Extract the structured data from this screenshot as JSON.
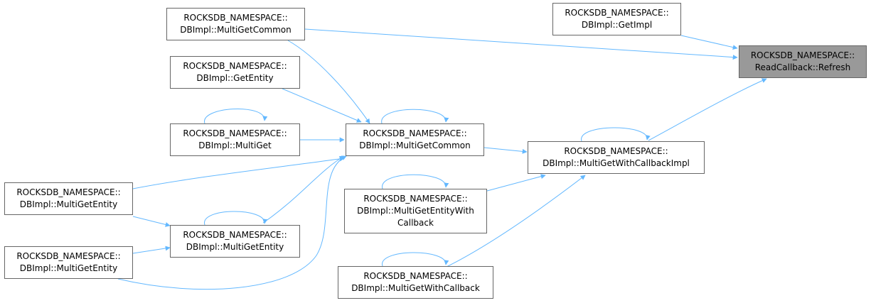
{
  "colors": {
    "edge": "#63b8ff",
    "node_border": "#666666",
    "node_fill": "#ffffff",
    "root_fill": "#999999"
  },
  "nodes": {
    "refresh": {
      "lines": [
        "ROCKSDB_NAMESPACE::",
        "ReadCallback::Refresh"
      ]
    },
    "get_impl": {
      "lines": [
        "ROCKSDB_NAMESPACE::",
        "DBImpl::GetImpl"
      ]
    },
    "multi_get_common_top": {
      "lines": [
        "ROCKSDB_NAMESPACE::",
        "DBImpl::MultiGetCommon"
      ]
    },
    "get_entity": {
      "lines": [
        "ROCKSDB_NAMESPACE::",
        "DBImpl::GetEntity"
      ]
    },
    "multi_get": {
      "lines": [
        "ROCKSDB_NAMESPACE::",
        "DBImpl::MultiGet"
      ]
    },
    "multi_get_common_mid": {
      "lines": [
        "ROCKSDB_NAMESPACE::",
        "DBImpl::MultiGetCommon"
      ]
    },
    "multi_get_with_callback_impl": {
      "lines": [
        "ROCKSDB_NAMESPACE::",
        "DBImpl::MultiGetWithCallbackImpl"
      ]
    },
    "multi_get_entity_left1": {
      "lines": [
        "ROCKSDB_NAMESPACE::",
        "DBImpl::MultiGetEntity"
      ]
    },
    "multi_get_entity_mid": {
      "lines": [
        "ROCKSDB_NAMESPACE::",
        "DBImpl::MultiGetEntity"
      ]
    },
    "multi_get_entity_left2": {
      "lines": [
        "ROCKSDB_NAMESPACE::",
        "DBImpl::MultiGetEntity"
      ]
    },
    "multi_get_entity_with_callback": {
      "lines": [
        "ROCKSDB_NAMESPACE::",
        "DBImpl::MultiGetEntityWith",
        "Callback"
      ]
    },
    "multi_get_with_callback": {
      "lines": [
        "ROCKSDB_NAMESPACE::",
        "DBImpl::MultiGetWithCallback"
      ]
    }
  }
}
